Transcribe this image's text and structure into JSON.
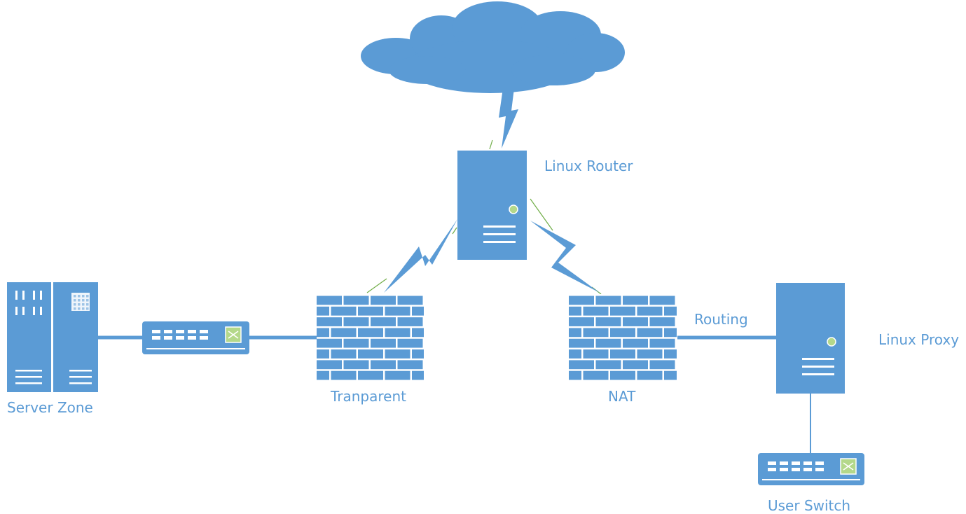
{
  "diagram": {
    "colors": {
      "primary": "#5b9bd5",
      "accent_line": "#70ad47",
      "white": "#ffffff",
      "switch_icon_bg": "#b4d88a"
    },
    "nodes": [
      {
        "id": "internet",
        "icon": "cloud-icon",
        "label": ""
      },
      {
        "id": "linux_router",
        "icon": "server-tower-icon",
        "label": "Linux Router"
      },
      {
        "id": "transparent_firewall",
        "icon": "firewall-icon",
        "label": "Tranparent"
      },
      {
        "id": "nat_firewall",
        "icon": "firewall-icon",
        "label": "NAT"
      },
      {
        "id": "linux_proxy",
        "icon": "server-tower-icon",
        "label": "Linux Proxy"
      },
      {
        "id": "server_zone",
        "icon": "server-rack-icon",
        "label": "Server Zone"
      },
      {
        "id": "server_switch",
        "icon": "network-switch-icon",
        "label": ""
      },
      {
        "id": "user_switch",
        "icon": "network-switch-icon",
        "label": "User Switch"
      }
    ],
    "edges": [
      {
        "from": "internet",
        "to": "linux_router",
        "type": "wireless"
      },
      {
        "from": "linux_router",
        "to": "transparent_firewall",
        "type": "wireless"
      },
      {
        "from": "linux_router",
        "to": "nat_firewall",
        "type": "wireless"
      },
      {
        "from": "server_zone",
        "to": "server_switch",
        "type": "wired"
      },
      {
        "from": "server_switch",
        "to": "transparent_firewall",
        "type": "wired"
      },
      {
        "from": "nat_firewall",
        "to": "linux_proxy",
        "type": "wired",
        "label": "Routing"
      },
      {
        "from": "linux_proxy",
        "to": "user_switch",
        "type": "wired"
      }
    ]
  }
}
